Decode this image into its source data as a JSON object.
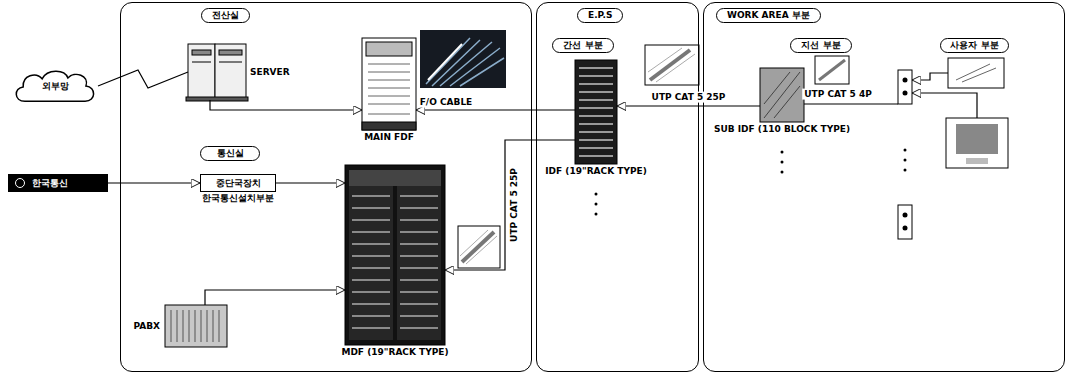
{
  "diagram": {
    "nodes": [
      {
        "text": [
          "전산실"
        ]
      },
      {
        "text": [
          "통신실"
        ],
        "in": 0
      },
      {
        "text": [
          "SERVER"
        ],
        "in": 0
      },
      {
        "text": [
          "MAIN FDF"
        ],
        "in": 0
      },
      {
        "text": [
          "중단국장치",
          "한국통신설치부분"
        ],
        "in": 0
      },
      {
        "text": [
          "PABX"
        ],
        "in": 0
      },
      {
        "text": [
          "MDF (19\"RACK TYPE)"
        ],
        "in": 0
      },
      {
        "text": [
          "외부망"
        ]
      },
      {
        "text": [
          "한국통신"
        ]
      },
      {
        "text": [
          "E.P.S"
        ]
      },
      {
        "text": [
          "간선 부분"
        ],
        "in": 9
      },
      {
        "text": [
          "IDF (19\"RACK TYPE)"
        ],
        "in": 9
      },
      {
        "text": [
          "WORK AREA 부분"
        ]
      },
      {
        "text": [
          "지선 부분"
        ],
        "in": 12
      },
      {
        "text": [
          "사용자 부분"
        ],
        "in": 12
      },
      {
        "text": [
          "SUB IDF (110 BLOCK TYPE)"
        ],
        "in": 12
      }
    ],
    "edges": [
      {
        "from": 7,
        "to": 2,
        "arrow": "none"
      },
      {
        "from": 2,
        "to": 3,
        "arrow": "to"
      },
      {
        "from": 11,
        "to": 3,
        "label": "F/O CABLE",
        "arrow": "to"
      },
      {
        "from": 8,
        "to": 4,
        "arrow": "to"
      },
      {
        "from": 4,
        "to": 6,
        "arrow": "to"
      },
      {
        "from": 5,
        "to": 6,
        "arrow": "to"
      },
      {
        "from": 11,
        "to": 6,
        "label": "UTP CAT 5 25P",
        "arrow": "to"
      },
      {
        "from": 15,
        "to": 11,
        "label": "UTP CAT 5 25P",
        "arrow": "to"
      }
    ],
    "labels": [
      "UTP CAT 5 4P"
    ]
  }
}
